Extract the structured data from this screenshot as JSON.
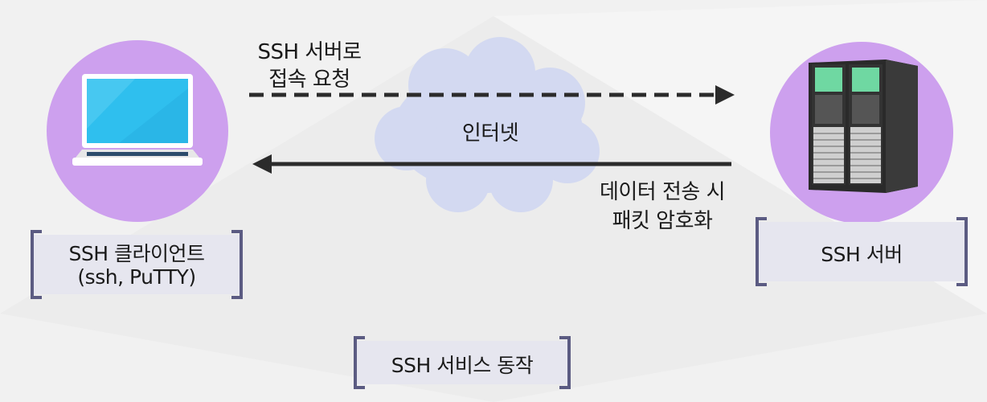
{
  "diagram": {
    "client_box": {
      "line1": "SSH 클라이언트",
      "line2": "(ssh, PuTTY)"
    },
    "server_box": {
      "label": "SSH 서버"
    },
    "cloud_label": "인터넷",
    "request_label": {
      "line1": "SSH 서버로",
      "line2": "접속 요청"
    },
    "response_label": {
      "line1": "데이터 전송 시",
      "line2": "패킷 암호화"
    },
    "caption": "SSH 서비스 동작"
  },
  "colors": {
    "circle": "#cda0ee",
    "cloud": "#d3d9f1",
    "bracket": "#5b5b82",
    "box_bg": "#e6e6ef",
    "laptop_screen": "#2fbfee",
    "arrow": "#2b2b2b"
  }
}
